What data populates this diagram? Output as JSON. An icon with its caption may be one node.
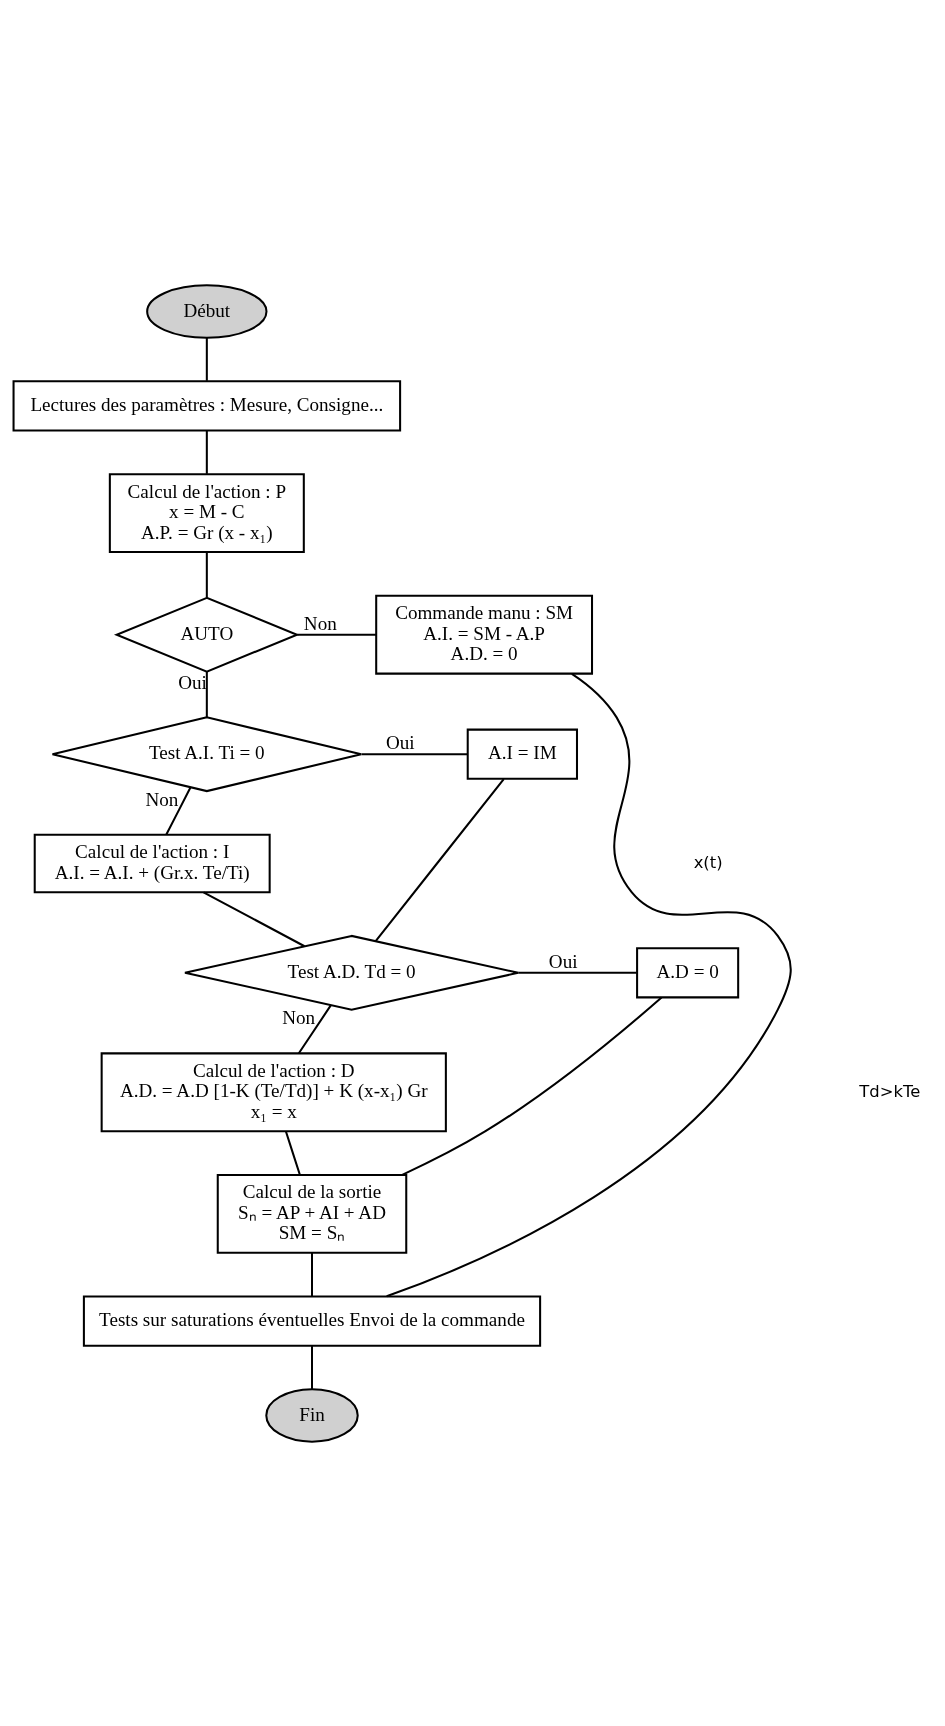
{
  "diagram": {
    "nodes": [
      {
        "text": [
          "Début"
        ]
      },
      {
        "text": [
          "Lectures des paramètres : Mesure, Consigne..."
        ]
      },
      {
        "text": [
          "Calcul de l'action : P",
          "x = M - C",
          "A.P. = Gr (x - x₁)"
        ]
      },
      {
        "text": [
          "AUTO"
        ]
      },
      {
        "text": [
          "Commande manu : SM",
          "A.I. = SM - A.P",
          "A.D. = 0"
        ]
      },
      {
        "text": [
          "Test A.I. Ti = 0"
        ]
      },
      {
        "text": [
          "A.I = IM"
        ]
      },
      {
        "text": [
          "Calcul de l'action : I",
          "A.I. = A.I. + (Gr.x. Te/Ti)"
        ]
      },
      {
        "text": [
          "Test A.D. Td = 0"
        ]
      },
      {
        "text": [
          "A.D = 0"
        ]
      },
      {
        "text": [
          "Calcul de l'action : D",
          "A.D. = A.D [1-K (Te/Td)] + K (x-x₁) Gr",
          "x₁ = x"
        ]
      },
      {
        "text": [
          "Calcul de la sortie",
          "Sₙ = AP + AI + AD",
          "SM = Sₙ"
        ]
      },
      {
        "text": [
          "Tests sur saturations éventuelles Envoi de la commande"
        ]
      },
      {
        "text": [
          "Fin"
        ]
      }
    ],
    "edges": [
      {
        "from": 0,
        "to": 1,
        "arrow": "none"
      },
      {
        "from": 1,
        "to": 2,
        "arrow": "none"
      },
      {
        "from": 2,
        "to": 3,
        "arrow": "none"
      },
      {
        "from": 3,
        "to": 4,
        "arrow": "none",
        "label": "Non"
      },
      {
        "from": 3,
        "to": 5,
        "arrow": "none",
        "label": "Oui"
      },
      {
        "from": 5,
        "to": 6,
        "arrow": "none",
        "label": "Oui"
      },
      {
        "from": 5,
        "to": 7,
        "arrow": "none",
        "label": "Non"
      },
      {
        "from": 6,
        "to": 8,
        "arrow": "none"
      },
      {
        "from": 7,
        "to": 8,
        "arrow": "none"
      },
      {
        "from": 8,
        "to": 9,
        "arrow": "none",
        "label": "Oui"
      },
      {
        "from": 8,
        "to": 10,
        "arrow": "none",
        "label": "Non"
      },
      {
        "from": 9,
        "to": 11,
        "arrow": "none"
      },
      {
        "from": 10,
        "to": 11,
        "arrow": "none"
      },
      {
        "from": 11,
        "to": 12,
        "arrow": "none"
      },
      {
        "from": 4,
        "to": 12,
        "arrow": "none"
      },
      {
        "from": 12,
        "to": 13,
        "arrow": "none"
      }
    ],
    "labels": [
      "x(t)",
      "Td>kTe"
    ]
  }
}
